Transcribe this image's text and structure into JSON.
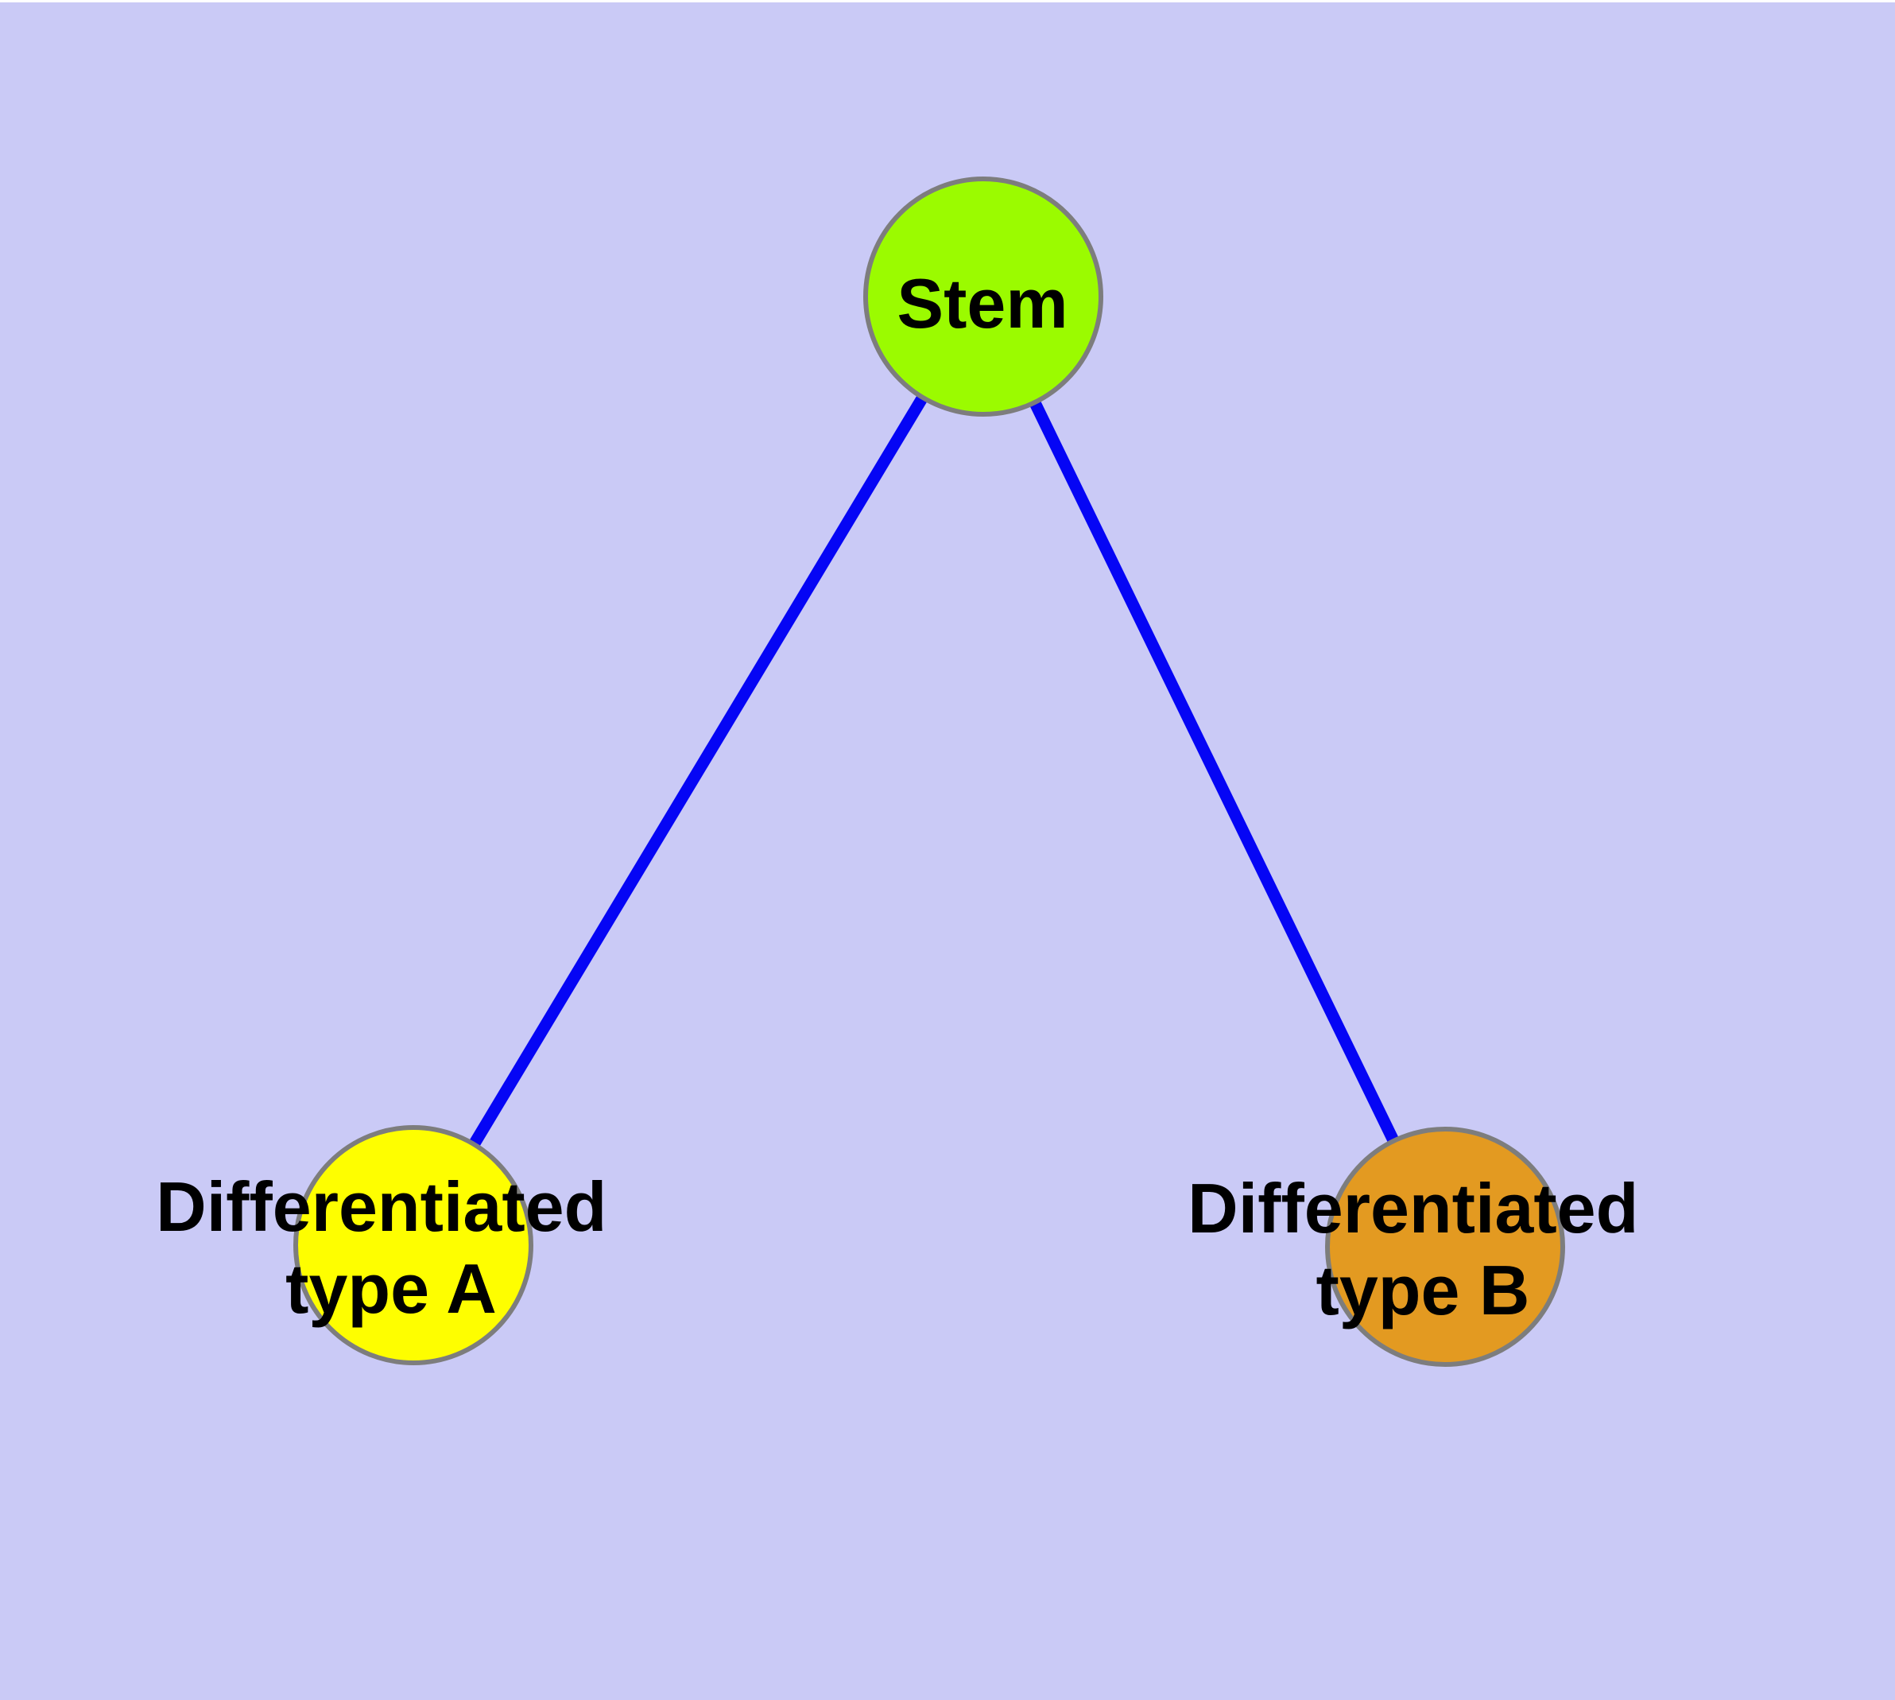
{
  "background_color": "#CACAF6",
  "top_strip_color": "#FFFFFF",
  "edge_color": "#0505F5",
  "node_border_color": "#7D7D7D",
  "label_color": "#000000",
  "nodes": {
    "stem": {
      "label": "Stem",
      "fill": "#9BFB00"
    },
    "type_a": {
      "label_line1": "Differentiated",
      "label_line2": "type A",
      "fill": "#FEFE00"
    },
    "type_b": {
      "label_line1": "Differentiated",
      "label_line2": "type B",
      "fill": "#E39A21"
    }
  },
  "edges": {
    "stem_to_type_a": "Stem → Differentiated type A",
    "stem_to_type_b": "Stem → Differentiated type B"
  }
}
